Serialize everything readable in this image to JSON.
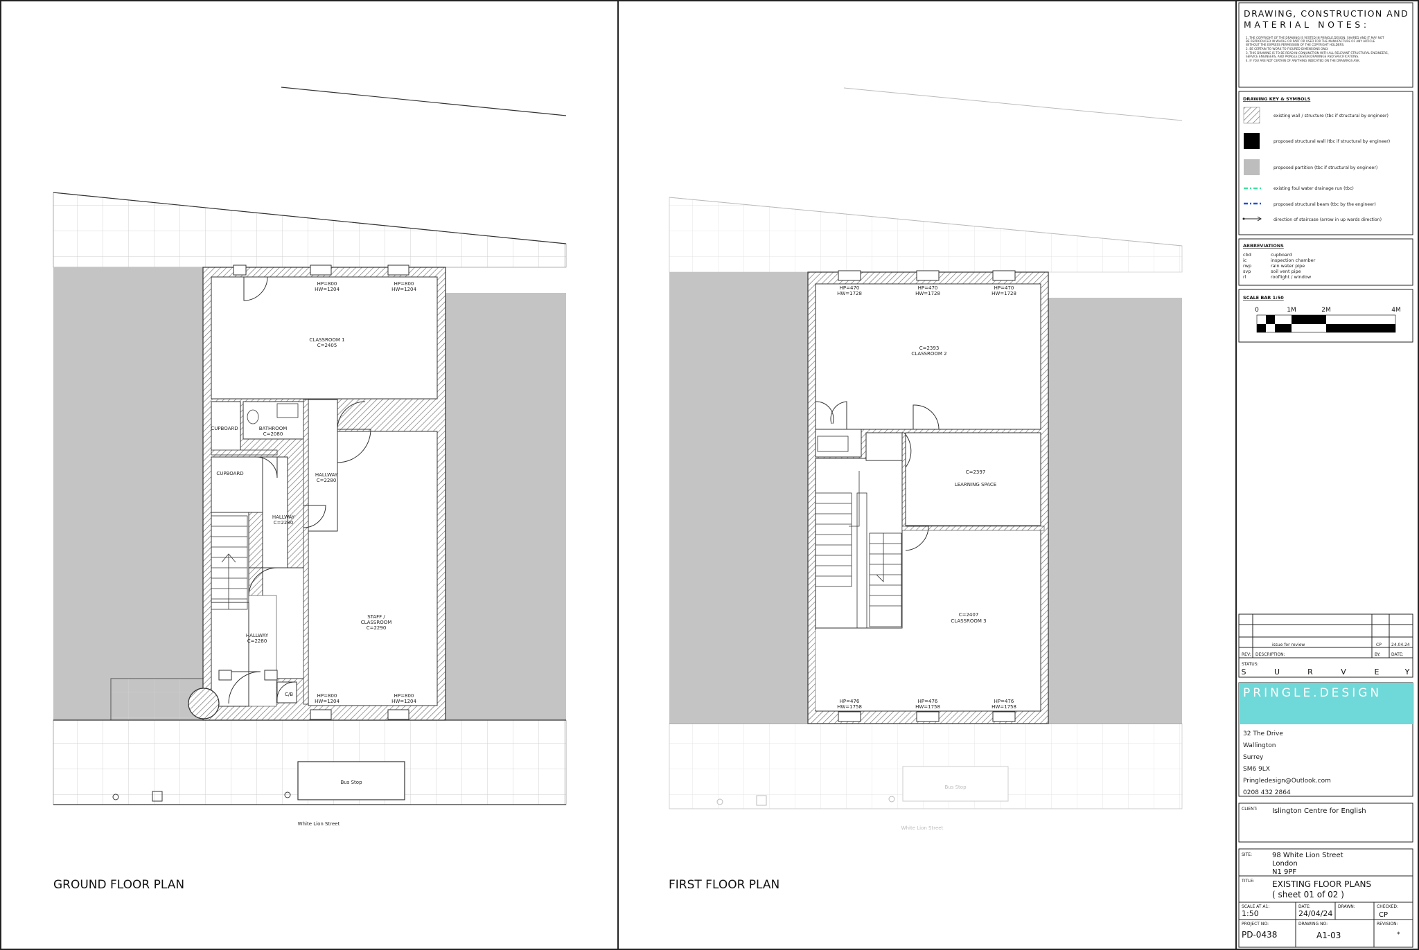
{
  "ground": {
    "title": "GROUND FLOOR PLAN",
    "street": "White Lion Street",
    "bus_stop": "Bus Stop",
    "rooms": {
      "classroom1": "CLASSROOM 1",
      "classroom1_c": "C=2405",
      "cupboard1": "CUPBOARD",
      "bathroom": "BATHROOM",
      "bathroom_c": "C=2080",
      "cupboard2": "CUPBOARD",
      "hallway1": "HALLWAY",
      "hallway1_c": "C=2280",
      "hallway2": "HALLWAY",
      "hallway2_c": "C=2280",
      "hallway3": "HALLWAY",
      "hallway3_c": "C=2280",
      "staff1": "STAFF /",
      "staff2": "CLASSROOM",
      "staff_c": "C=2290",
      "cb": "C/B"
    },
    "windows": {
      "w1a": "HP=800",
      "w1b": "HW=1204",
      "w2a": "HP=800",
      "w2b": "HW=1204",
      "w3a": "HP=800",
      "w3b": "HW=1204",
      "w4a": "HP=800",
      "w4b": "HW=1204"
    }
  },
  "first": {
    "title": "FIRST FLOOR PLAN",
    "street": "White Lion Street",
    "bus_stop": "Bus Stop",
    "rooms": {
      "classroom2_c": "C=2393",
      "classroom2": "CLASSROOM 2",
      "learning_c": "C=2397",
      "learning": "LEARNING SPACE",
      "classroom3_c": "C=2407",
      "classroom3": "CLASSROOM 3"
    },
    "windows": {
      "t1a": "HP=470",
      "t1b": "HW=1728",
      "t2a": "HP=470",
      "t2b": "HW=1728",
      "t3a": "HP=470",
      "t3b": "HW=1728",
      "b1a": "HP=476",
      "b1b": "HW=1758",
      "b2a": "HP=476",
      "b2b": "HW=1758",
      "b3a": "HP=476",
      "b3b": "HW=1758"
    }
  },
  "notes": {
    "heading1": "DRAWING, CONSTRUCTION AND",
    "heading2": "MATERIAL NOTES:",
    "lines": [
      "1.   THE COPYRIGHT OF THE DRAWING IS VESTED IN PRINGLE.DESIGN. SHARED AND IT MAY NOT",
      "      BE REPRODUCED IN WHOLE OR PART OR USED FOR THE MANUFACTURE OF ANY ARTICLE",
      "      WITHOUT THE EXPRESS PERMISSION OF THE COPYRIGHT HOLDERS.",
      "2.   BE CERTAIN TO WORK TO FIGURED DIMENSIONS ONLY.",
      "3.   THIS DRAWING IS TO BE READ IN CONJUNCTION WITH ALL RELEVANT STRUCTURAL ENGINEERS,",
      "      SERVICE ENGINEERS, AND PRINGLE.DESIGN DRAWINGS AND SPECIFICATIONS.",
      "4.   IF YOU ARE NOT CERTAIN OF ANYTHING INDICATED ON THE DRAWINGS ASK."
    ]
  },
  "key": {
    "title": "DRAWING KEY & SYMBOLS",
    "items": [
      "existing wall / structure (tbc if structural by engineer)",
      "proposed structural wall (tbc if structural by engineer)",
      "proposed partition (tbc if structural by engineer)",
      "existing foul water drainage run (tbc)",
      "proposed structural beam (tbc by the engineer)",
      "direction of staircase (arrow in up wards direction)"
    ]
  },
  "abbreviations": {
    "title": "ABBREVIATIONS",
    "items": [
      {
        "abbr": "cbd",
        "meaning": "cupboard"
      },
      {
        "abbr": "ic",
        "meaning": "inspection chamber"
      },
      {
        "abbr": "rwp",
        "meaning": "rain water pipe"
      },
      {
        "abbr": "svp",
        "meaning": "soil vent pipe"
      },
      {
        "abbr": "rl",
        "meaning": "rooflight / window"
      }
    ]
  },
  "scale": {
    "title": "SCALE BAR 1:50",
    "labels": [
      "0",
      "1M",
      "2M",
      "4M"
    ]
  },
  "revisions": {
    "rev_entry": "issue for review",
    "rev_by": "CP",
    "rev_date": "24.04.24",
    "h_rev": "REV:",
    "h_desc": "DESCRIPTION:",
    "h_by": "BY:",
    "h_date": "DATE:"
  },
  "status": {
    "label": "STATUS:",
    "value": [
      "S",
      "U",
      "R",
      "V",
      "E",
      "Y"
    ]
  },
  "company": {
    "name": "PRINGLE.DESIGN",
    "address": [
      "32 The Drive",
      "Wallington",
      "Surrey",
      "SM6 9LX",
      "Pringledesign@Outlook.com",
      "0208 432 2864"
    ]
  },
  "client": {
    "label": "CLIENT:",
    "name": "Islington Centre for English"
  },
  "site": {
    "label": "SITE:",
    "lines": [
      "98 White Lion Street",
      "London",
      "N1 9PF"
    ]
  },
  "title_block": {
    "label": "TITLE:",
    "line1": "EXISTING FLOOR PLANS",
    "line2": "( sheet 01 of 02 )",
    "scale_label": "SCALE AT A1:",
    "scale": "1:50",
    "date_label": "DATE:",
    "date": "24/04/24",
    "drawn_label": "DRAWN:",
    "drawn": "",
    "checked_label": "CHECKED:",
    "checked": "CP",
    "project_label": "PROJECT NO:",
    "project": "PD-0438",
    "drawing_label": "DRAWING NO:",
    "drawing": "A1-03",
    "revision_label": "REVISION:",
    "revision": "*"
  },
  "colors": {
    "accent": "#6fd8d8",
    "wall_fill": "#c4c4c4",
    "grid": "#cfcfcf"
  }
}
